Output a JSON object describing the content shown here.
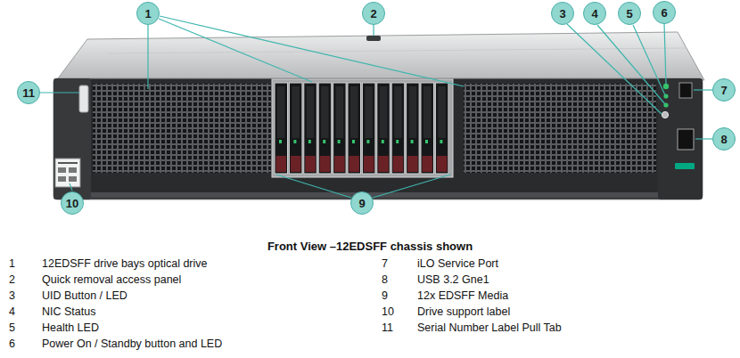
{
  "diagram": {
    "title": "Front View –12EDSFF chassis shown",
    "nodes": [
      {
        "text": [
          "1"
        ]
      },
      {
        "text": [
          "2"
        ]
      },
      {
        "text": [
          "3"
        ]
      },
      {
        "text": [
          "4"
        ]
      },
      {
        "text": [
          "5"
        ]
      },
      {
        "text": [
          "6"
        ]
      },
      {
        "text": [
          "7"
        ]
      },
      {
        "text": [
          "8"
        ]
      },
      {
        "text": [
          "9"
        ]
      },
      {
        "text": [
          "10"
        ]
      },
      {
        "text": [
          "11"
        ]
      }
    ],
    "labels": [
      "1",
      "12EDSFF drive bays optical drive",
      "2",
      "Quick removal access panel",
      "3",
      "UID Button / LED",
      "4",
      "NIC Status",
      "5",
      "Health LED",
      "6",
      "Power On / Standby button and LED",
      "7",
      "iLO Service Port",
      "8",
      "USB 3.2 Gne1",
      "9",
      "12x EDSFF Media",
      "10",
      "Drive support label",
      "11",
      "Serial Number Label Pull Tab"
    ]
  }
}
